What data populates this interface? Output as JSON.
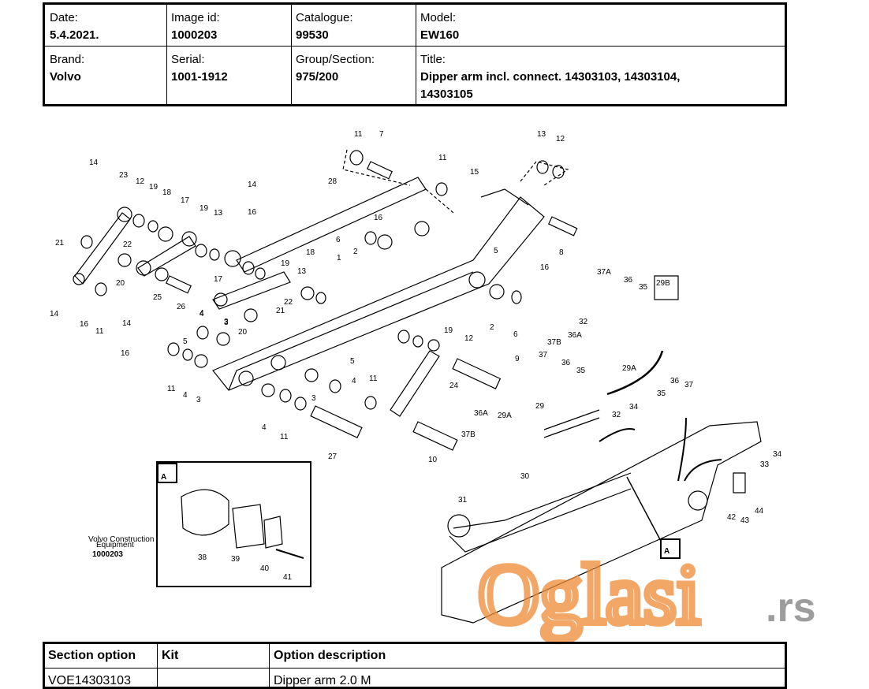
{
  "header": {
    "date": {
      "label": "Date:",
      "value": "5.4.2021."
    },
    "image_id": {
      "label": "Image id:",
      "value": "1000203"
    },
    "catalogue": {
      "label": "Catalogue:",
      "value": "99530"
    },
    "model": {
      "label": "Model:",
      "value": "EW160"
    },
    "brand": {
      "label": "Brand:",
      "value": "Volvo"
    },
    "serial": {
      "label": "Serial:",
      "value": "1001-1912"
    },
    "group_section": {
      "label": "Group/Section:",
      "value": "975/200"
    },
    "title": {
      "label": "Title:",
      "value_line1": "Dipper arm incl. connect. 14303103, 14303104,",
      "value_line2": "14303105"
    }
  },
  "diagram": {
    "callouts": [
      "14",
      "23",
      "12",
      "19",
      "18",
      "17",
      "19",
      "13",
      "21",
      "22",
      "20",
      "25",
      "26",
      "14",
      "16",
      "11",
      "14",
      "16",
      "5",
      "4",
      "3",
      "11",
      "4",
      "3",
      "28",
      "11",
      "7",
      "11",
      "15",
      "13",
      "12",
      "16",
      "14",
      "6",
      "16",
      "2",
      "8",
      "5",
      "16",
      "19",
      "13",
      "17",
      "18",
      "22",
      "21",
      "1",
      "20",
      "4",
      "3",
      "19",
      "12",
      "9",
      "2",
      "6",
      "5",
      "4",
      "11",
      "3",
      "4",
      "11",
      "24",
      "27",
      "10",
      "37A",
      "36",
      "35",
      "29B",
      "32",
      "36A",
      "37B",
      "29A",
      "37",
      "36",
      "35",
      "36",
      "35",
      "37",
      "36A",
      "29A",
      "29",
      "32",
      "34",
      "37B",
      "30",
      "31",
      "34",
      "33",
      "42",
      "43",
      "44",
      "A"
    ],
    "inset_label": "A",
    "inset_callouts": [
      "38",
      "39",
      "40",
      "41"
    ],
    "section_marker": "A",
    "source_note": {
      "line1": "Volvo Construction",
      "line2": "Equipment",
      "line3": "1000203"
    }
  },
  "options_table": {
    "headers": [
      "Section option",
      "Kit",
      "Option description"
    ],
    "rows": [
      [
        "VOE14303103",
        "",
        "Dipper arm 2.0 M"
      ]
    ]
  },
  "watermark": {
    "text": "Oglasi",
    "suffix": ".rs",
    "color": "#f08a35"
  }
}
